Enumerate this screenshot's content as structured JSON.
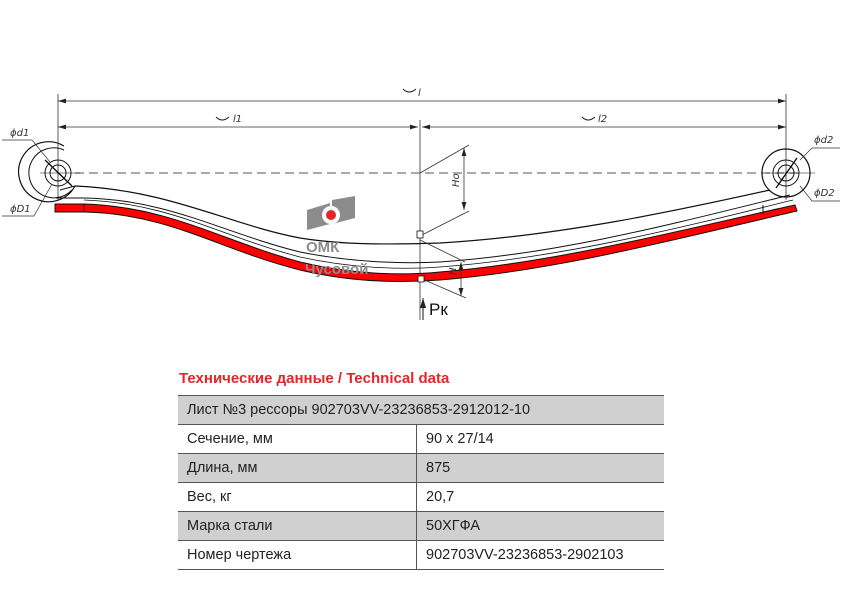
{
  "drawing": {
    "dimensions": {
      "l": "l",
      "l1": "l1",
      "l2": "l2",
      "d1": "ϕd1",
      "D1": "ϕD1",
      "d2": "ϕd2",
      "D2": "ϕD2",
      "Ho": "Ho",
      "H": "H",
      "Pk": "Pк"
    },
    "logo": {
      "line1": "ОМК",
      "line2": "Чусовой"
    },
    "colors": {
      "leaf": "#ff0000",
      "logo_grey": "#8c8c8c",
      "logo_dot": "#e3262b"
    }
  },
  "section_title": "Технические данные / Technical data",
  "table": {
    "header": "Лист №3 рессоры 902703VV-23236853-2912012-10",
    "rows": [
      {
        "label": "Сечение, мм",
        "value": "90 x 27/14"
      },
      {
        "label": "Длина, мм",
        "value": "875"
      },
      {
        "label": "Вес, кг",
        "value": "20,7"
      },
      {
        "label": "Марка стали",
        "value": "50ХГФА"
      },
      {
        "label": "Номер чертежа",
        "value": "902703VV-23236853-2902103"
      }
    ]
  }
}
